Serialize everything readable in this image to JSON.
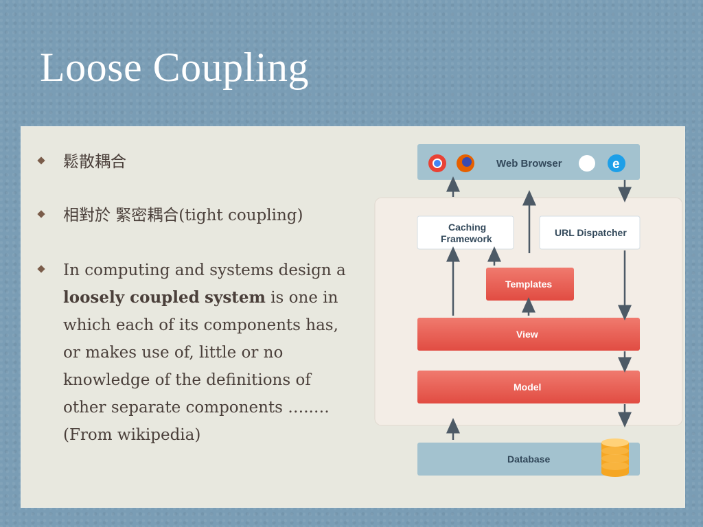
{
  "slide": {
    "title": "Loose Coupling",
    "bullets": {
      "b1": "鬆散耦合",
      "b2": "相對於 緊密耦合(tight coupling)",
      "b3_pre": "In computing and systems design a ",
      "b3_bold1": "loosely coupled",
      "b3_bold2": "system",
      "b3_post": " is one in which each of its components has, or makes use of, little or no knowledge of the definitions of other separate components …..…",
      "b3_source": "(From wikipedia)"
    }
  },
  "diagram": {
    "web_browser": "Web Browser",
    "caching_line1": "Caching",
    "caching_line2": "Framework",
    "url_dispatcher": "URL Dispatcher",
    "templates": "Templates",
    "view": "View",
    "model": "Model",
    "database": "Database",
    "colors": {
      "browser_bar": "#9fbfcc",
      "panel": "#f3ede6",
      "red_box": "#e8574c",
      "white_box": "#ffffff",
      "db_bar": "#9fbfcc",
      "arrow": "#4d5a66"
    }
  }
}
